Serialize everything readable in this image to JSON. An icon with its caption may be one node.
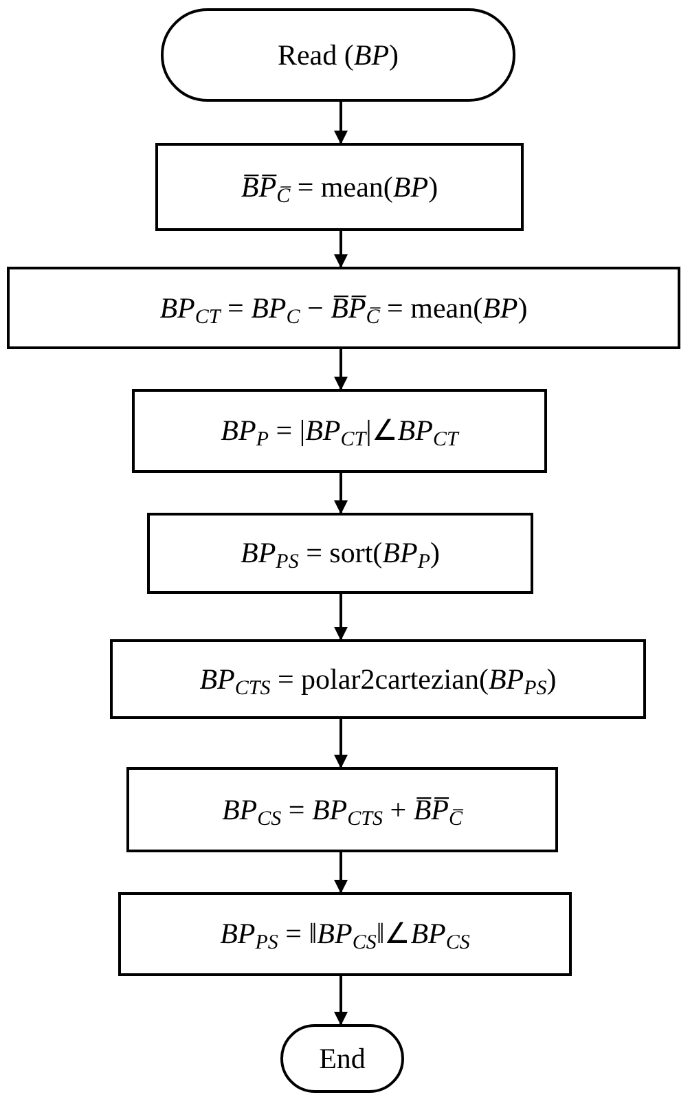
{
  "diagram": {
    "nodes": [
      {
        "text": [
          "Read (*BP*)"
        ]
      },
      {
        "text": [
          "*B̅P̅*$_{C̅}$ = mean(*BP*)"
        ]
      },
      {
        "text": [
          "*BP*$_{CT}$ = *BP*$_{C}$ − *B̅P̅*$_{C̅}$ = mean(*BP*)"
        ]
      },
      {
        "text": [
          "*BP*$_{P}$ = |*BP*$_{CT}$|∠*BP*$_{CT}$"
        ]
      },
      {
        "text": [
          "*BP*$_{PS}$ = sort(*BP*$_{P}$)"
        ]
      },
      {
        "text": [
          "*BP*$_{CTS}$ = polar2cartezian(*BP*$_{PS}$)"
        ]
      },
      {
        "text": [
          "*BP*$_{CS}$ = *BP*$_{CTS}$ + *B̅P̅*$_{C̅}$"
        ]
      },
      {
        "text": [
          "*BP*$_{PS}$ = ‖*BP*$_{CS}$‖∠*BP*$_{CS}$"
        ]
      },
      {
        "text": [
          "End"
        ]
      }
    ],
    "edges": [
      {
        "from": 0,
        "to": 1,
        "arrow": "to"
      },
      {
        "from": 1,
        "to": 2,
        "arrow": "to"
      },
      {
        "from": 2,
        "to": 3,
        "arrow": "to"
      },
      {
        "from": 3,
        "to": 4,
        "arrow": "to"
      },
      {
        "from": 4,
        "to": 5,
        "arrow": "to"
      },
      {
        "from": 5,
        "to": 6,
        "arrow": "to"
      },
      {
        "from": 6,
        "to": 7,
        "arrow": "to"
      },
      {
        "from": 7,
        "to": 8,
        "arrow": "to"
      }
    ]
  }
}
